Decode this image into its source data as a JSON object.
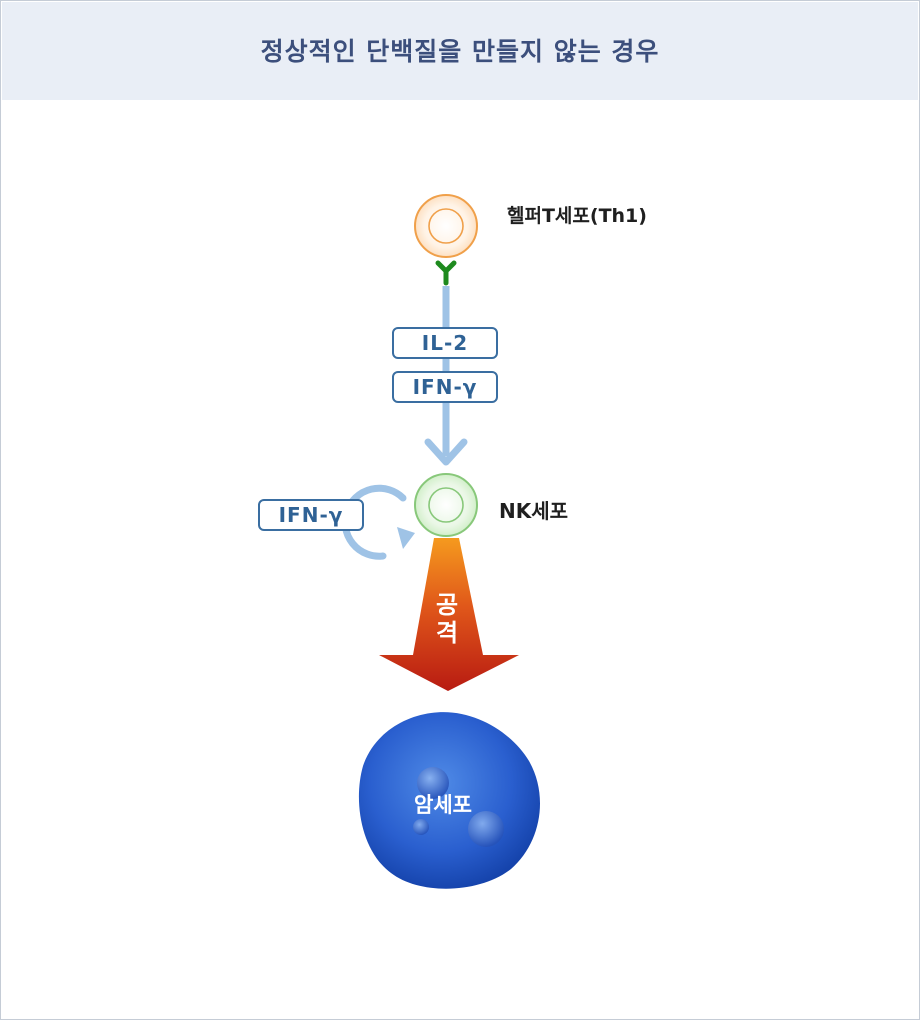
{
  "header": {
    "title": "정상적인 단백질을 만들지 않는 경우"
  },
  "cells": {
    "helper_t": {
      "label": "헬퍼T세포(Th1)"
    },
    "nk": {
      "label": "NK세포"
    },
    "cancer": {
      "label": "암세포"
    }
  },
  "cytokines": {
    "il2": "IL-2",
    "ifn_gamma_1": "IFN-γ",
    "ifn_gamma_2": "IFN-γ"
  },
  "arrow": {
    "label_line1": "공",
    "label_line2": "격"
  },
  "colors": {
    "helper_t_ring": "#f0a04a",
    "nk_ring": "#88c87a",
    "signal_arrow": "#9fc3e6",
    "receptor": "#1e8a1e",
    "attack_top": "#f28a1a",
    "attack_bottom": "#c01d12",
    "cancer": "#1d52c0"
  }
}
